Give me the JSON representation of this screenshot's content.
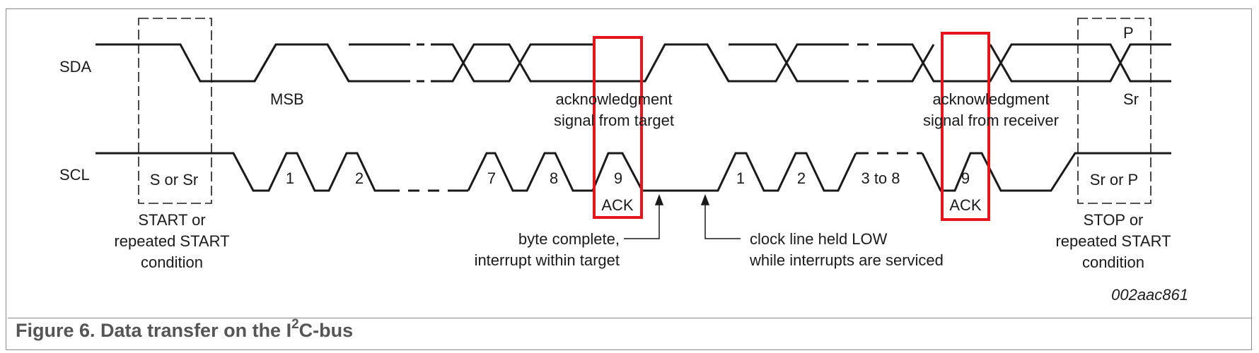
{
  "signals": {
    "sda": "SDA",
    "scl": "SCL"
  },
  "sda_labels": {
    "msb": "MSB",
    "p": "P",
    "sr": "Sr"
  },
  "ack_target_label": [
    "acknowledgment",
    "signal from target"
  ],
  "ack_receiver_label": [
    "acknowledgment",
    "signal from receiver"
  ],
  "clock_pulses": [
    "1",
    "2",
    "7",
    "8",
    "9",
    "1",
    "2",
    "3 to 8",
    "9"
  ],
  "ack_labels": [
    "ACK",
    "ACK"
  ],
  "start_box": "S or Sr",
  "stop_box": "Sr or P",
  "start_condition": [
    "START or",
    "repeated START",
    "condition"
  ],
  "stop_condition": [
    "STOP or",
    "repeated START",
    "condition"
  ],
  "byte_complete": [
    "byte complete,",
    "interrupt within target"
  ],
  "clock_held": [
    "clock line held LOW",
    "while interrupts are serviced"
  ],
  "figure_id": "002aac861",
  "caption": {
    "prefix": "Figure 6.  Data transfer on the I",
    "superscript": "2",
    "suffix": "C-bus"
  },
  "colors": {
    "line": "#1a1a1a",
    "highlight": "#e8141c",
    "caption": "#555555",
    "frame": "#8a8a8a"
  }
}
